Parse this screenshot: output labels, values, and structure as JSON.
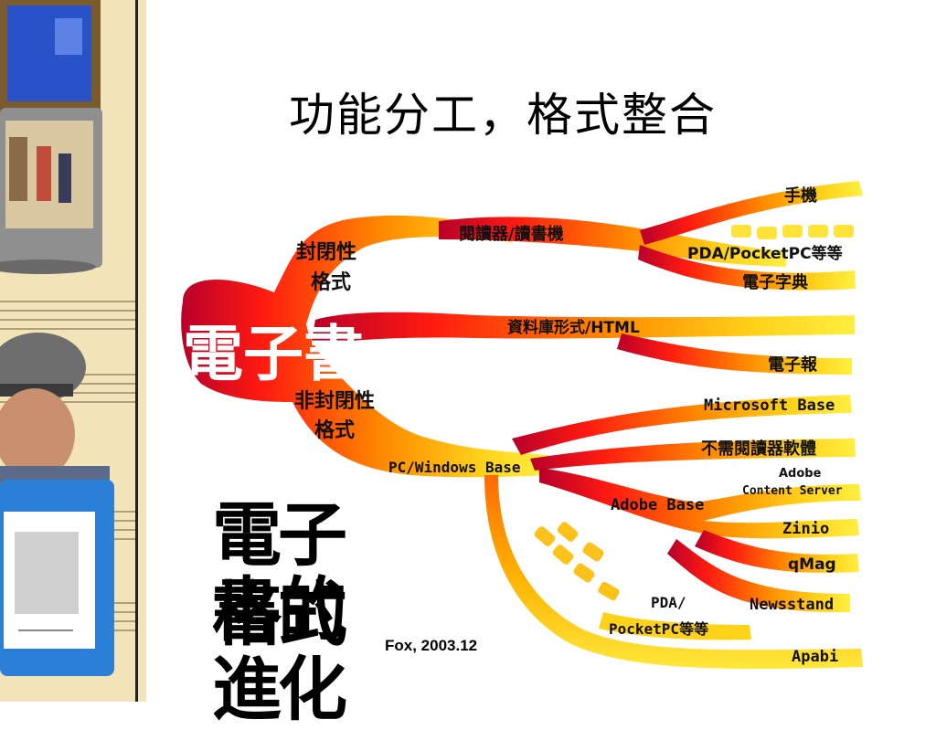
{
  "title": "功能分工，格式整合",
  "root": {
    "label": "電子書"
  },
  "branches": {
    "closed": {
      "label_line1": "封閉性",
      "label_line2": "格式"
    },
    "open": {
      "label_line1": "非封閉性",
      "label_line2": "格式"
    }
  },
  "nodes": {
    "reader": "閱讀器/讀書機",
    "mobile": "手機",
    "pda_top": "PDA/PocketPC等等",
    "dictionary": "電子字典",
    "database": "資料庫形式/HTML",
    "newspaper": "電子報",
    "pc_windows": "PC/Windows Base",
    "microsoft": "Microsoft Base",
    "no_reader": "不需閱讀器軟體",
    "adobe_base": "Adobe Base",
    "adobe_cs_line1": "Adobe",
    "adobe_cs_line2": "Content Server",
    "zinio": "Zinio",
    "qmag": "qMag",
    "newsstand": "Newsstand",
    "pda_bottom_line1": "PDA/",
    "pda_bottom_line2": "PocketPC等等",
    "apabi": "Apabi"
  },
  "caption": {
    "line1": "電子書的",
    "line2": "格式進化",
    "credit": "Fox, 2003.12"
  },
  "colors": {
    "red": "#e01010",
    "orange": "#ff8a00",
    "yellow": "#ffe63a"
  }
}
